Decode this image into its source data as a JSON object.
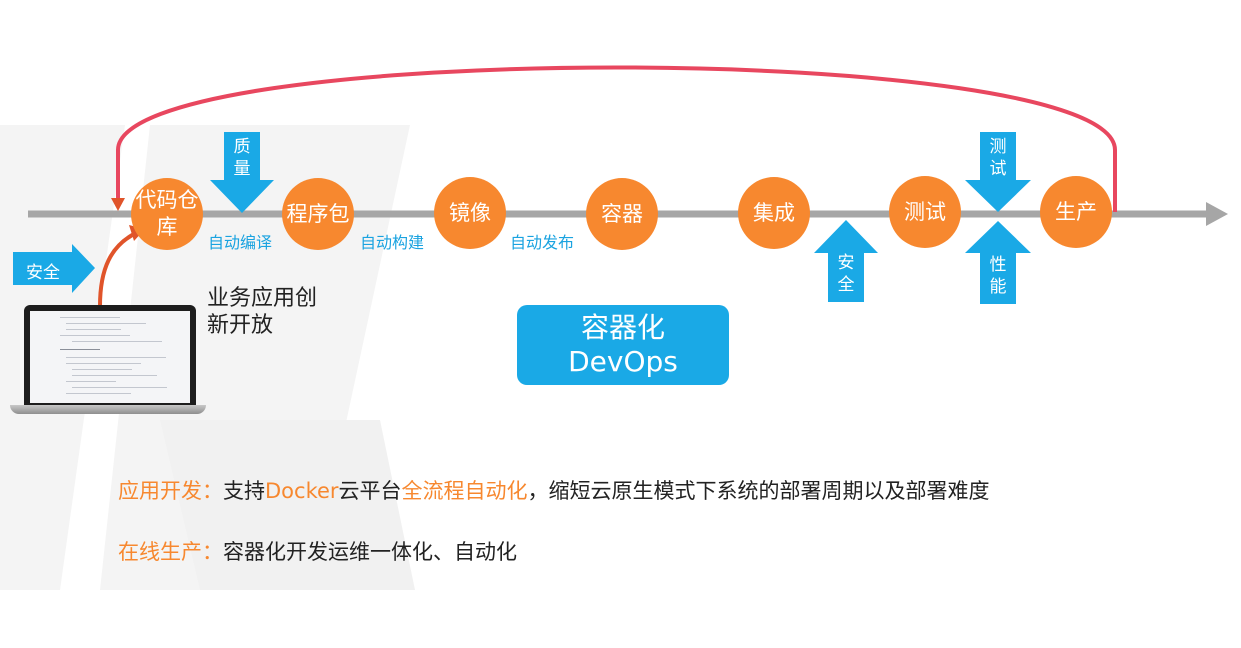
{
  "nodes": [
    {
      "id": "code-repo",
      "label": "代码仓库"
    },
    {
      "id": "package",
      "label": "程序包"
    },
    {
      "id": "image",
      "label": "镜像"
    },
    {
      "id": "container",
      "label": "容器"
    },
    {
      "id": "integration",
      "label": "集成"
    },
    {
      "id": "testing",
      "label": "测试"
    },
    {
      "id": "production",
      "label": "生产"
    }
  ],
  "step_labels": {
    "auto_compile": "自动编译",
    "auto_build": "自动构建",
    "auto_release": "自动发布"
  },
  "inputs": {
    "quality": "质量",
    "security_left": "安全",
    "security_mid": "安全",
    "test": "测试",
    "performance": "性能"
  },
  "innovation_text": "业务应用创新开放",
  "devops_box": {
    "line1": "容器化",
    "line2": "DevOps"
  },
  "descriptions": {
    "line1": {
      "prefix": "应用开发：",
      "part1": "支持",
      "docker": "Docker",
      "part2": "云平台",
      "highlight": "全流程自动化",
      "rest": "，缩短云原生模式下系统的部署周期以及部署难度"
    },
    "line2": {
      "prefix": "在线生产：",
      "rest": "容器化开发运维一体化、自动化"
    }
  },
  "colors": {
    "orange": "#f7882f",
    "blue": "#1aa9e6",
    "loop_red": "#e8475f",
    "arrow_red": "#e0542a",
    "axis_gray": "#a6a6a6"
  }
}
